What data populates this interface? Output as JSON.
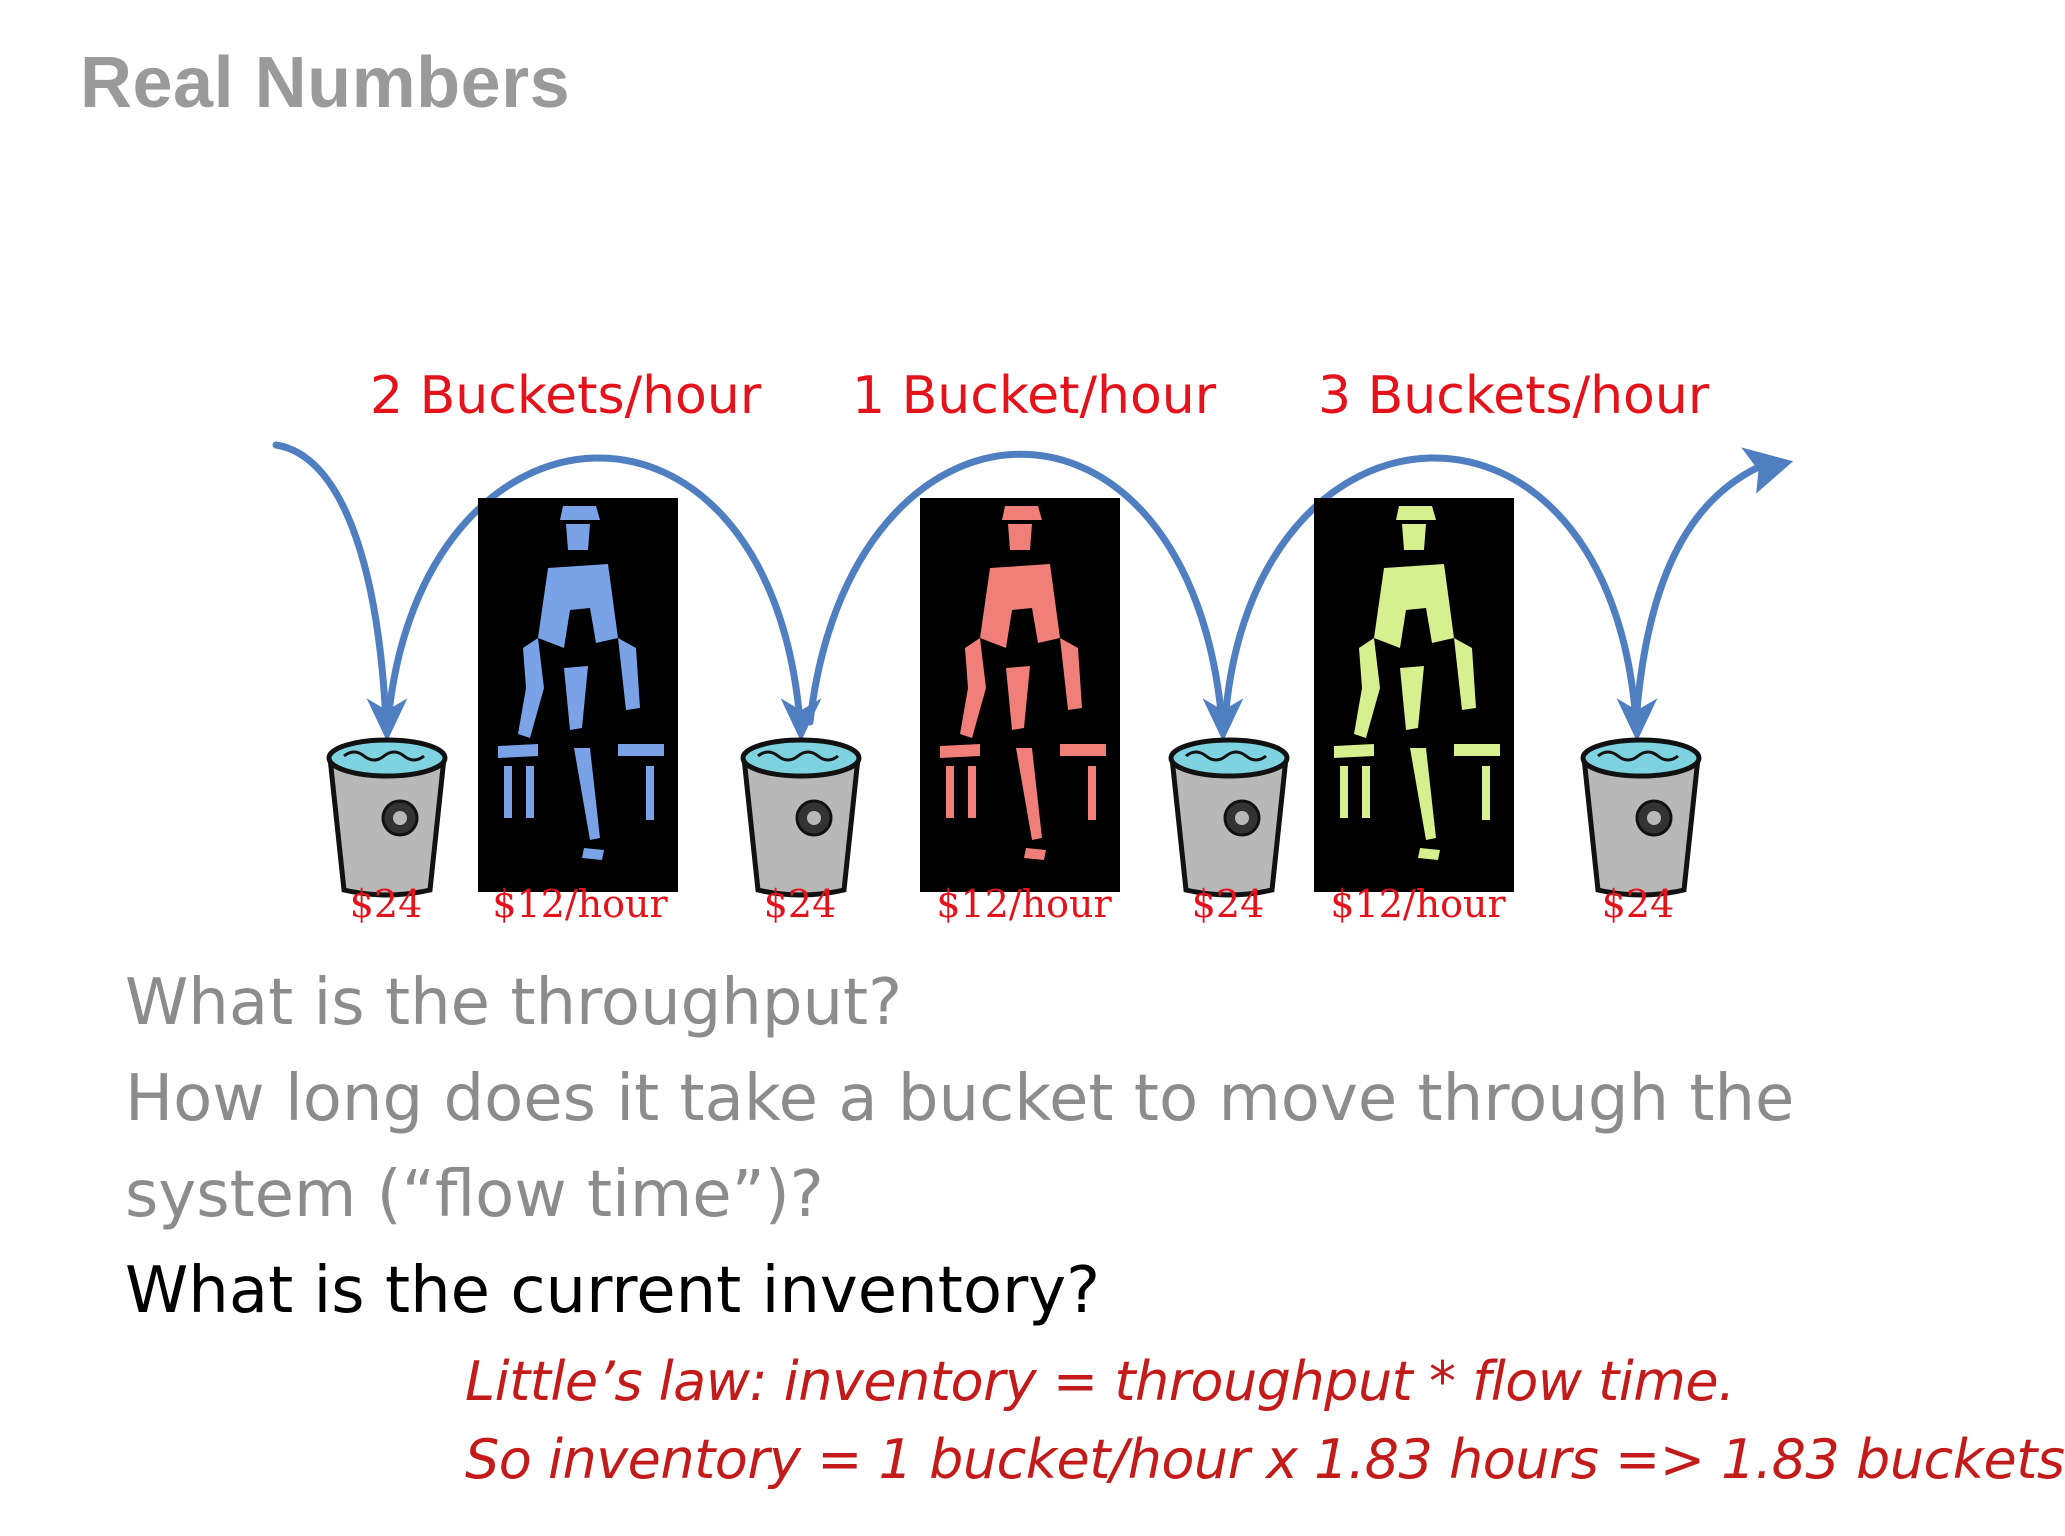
{
  "title": "Real Numbers",
  "rates": [
    {
      "label": "2 Buckets/hour"
    },
    {
      "label": "1 Bucket/hour"
    },
    {
      "label": "3 Buckets/hour"
    }
  ],
  "buckets": [
    {
      "price": "$24"
    },
    {
      "price": "$24"
    },
    {
      "price": "$24"
    },
    {
      "price": "$24"
    }
  ],
  "workers": [
    {
      "wage": "$12/hour",
      "color": "#7aa2e6"
    },
    {
      "wage": "$12/hour",
      "color": "#ef7f78"
    },
    {
      "wage": "$12/hour",
      "color": "#d6f08f"
    }
  ],
  "questions": {
    "throughput": "What is the throughput?",
    "flow_time_line1": "How long does it take a bucket to move through the",
    "flow_time_line2": "system (“flow time”)?",
    "inventory": "What is the current inventory?"
  },
  "annotation": {
    "line1": "Little’s law: inventory = throughput * flow time.",
    "line2": "So inventory = 1 bucket/hour x 1.83 hours => 1.83 buckets"
  },
  "colors": {
    "flow_arrow": "#4f7fc0",
    "label_red": "#e3121b",
    "handwriting_red": "#c31a1a",
    "bucket_gray": "#b8b8b8",
    "water": "#7fd3e0"
  }
}
